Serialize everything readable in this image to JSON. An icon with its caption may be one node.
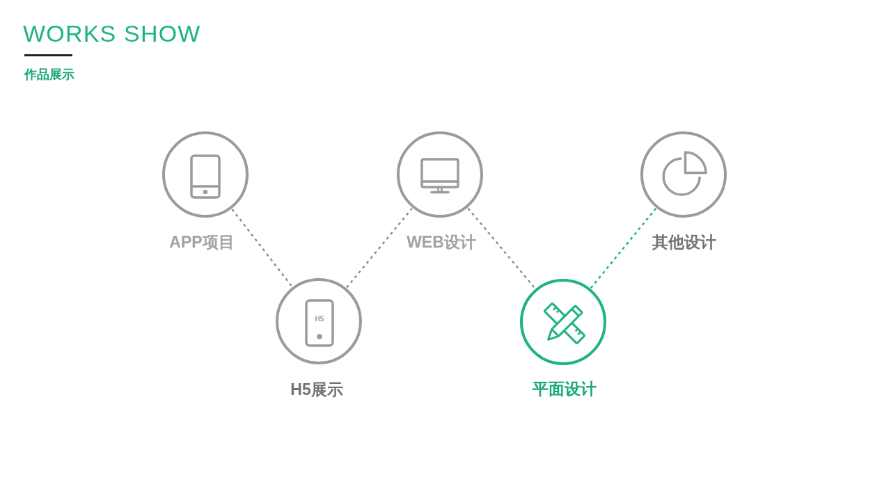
{
  "diagram": {
    "title": "WORKS SHOW",
    "nodes": [
      {
        "text": [],
        "shape": "circle",
        "beside": [
          "APP项目"
        ]
      },
      {
        "text": [
          "H5"
        ],
        "beside": [
          "H5展示"
        ]
      },
      {
        "text": [],
        "shape": "circle",
        "beside": [
          "WEB设计"
        ]
      },
      {
        "text": [],
        "shape": "circle",
        "beside": [
          "平面设计"
        ]
      },
      {
        "text": [],
        "shape": "circle",
        "beside": [
          "其他设计"
        ]
      }
    ],
    "edges": [
      {
        "from": 0,
        "to": 1,
        "arrow": "none",
        "style": "dashed"
      },
      {
        "from": 1,
        "to": 2,
        "arrow": "none",
        "style": "dashed"
      },
      {
        "from": 2,
        "to": 3,
        "arrow": "none",
        "style": "dashed"
      },
      {
        "from": 3,
        "to": 4,
        "arrow": "none",
        "style": "dashed",
        "color": "#1bb385"
      }
    ],
    "labels": [
      "作品展示"
    ]
  }
}
